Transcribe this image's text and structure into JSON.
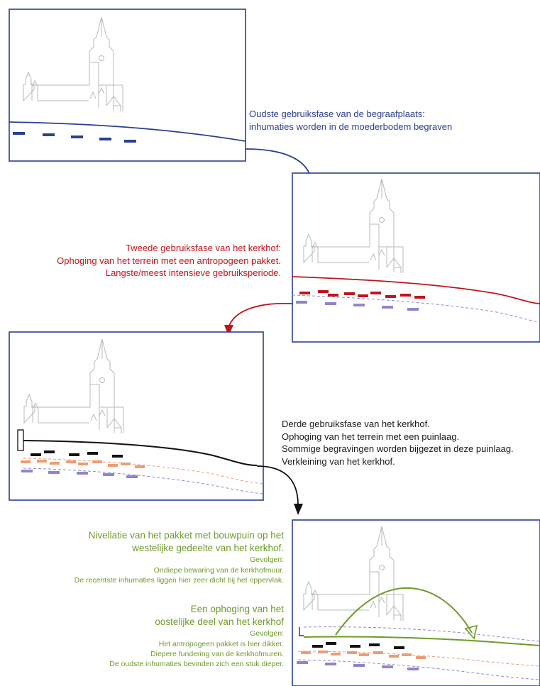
{
  "phases": [
    {
      "id": "phase1",
      "lines": [
        "Oudste gebruiksfase van de begraafplaats:",
        "inhumaties worden in de moederbodem begraven"
      ],
      "color": "#2b3f93"
    },
    {
      "id": "phase2",
      "lines": [
        "Tweede gebruiksfase van het kerkhof:",
        "Ophoging van het terrein met een antropogeen pakket.",
        "Langste/meest intensieve gebruiksperiode."
      ],
      "color": "#c0151d"
    },
    {
      "id": "phase3",
      "lines": [
        "Derde gebruiksfase van het kerkhof.",
        "Ophoging van het terrein met een puinlaag.",
        "Sommige begravingen worden bijgezet in deze puinlaag.",
        "Verkleining van het kerkhof."
      ],
      "color": "#1a1a1a"
    },
    {
      "id": "phase4",
      "color": "#6e9b2a",
      "west": {
        "title_lines": [
          "Nivellatie van het pakket met bouwpuin op het",
          "westelijke gedeelte van het kerkhof."
        ],
        "gevolgen_label": "Gevolgen:",
        "gevolgen": [
          "Ondiepe bewaring van de kerkhofmuur.",
          "De recentste inhumaties liggen hier zeer dicht bij het oppervlak."
        ]
      },
      "east": {
        "title_lines": [
          "Een ophoging van het",
          "oostelijke deel van het kerkhof"
        ],
        "gevolgen_label": "Gevolgen:",
        "gevolgen": [
          "Het antropogeen pakket is hier dikker.",
          "Diepere fundering van de kerkhofmuren.",
          "De oudste inhumaties bevinden zich  een stuk dieper."
        ]
      }
    }
  ],
  "colors": {
    "frame": "#2b3f93",
    "church": "#b9b9b9",
    "burial_old": "#2b3f93",
    "burial_old_faded": "#8f86c9",
    "burial_red": "#c0151d",
    "burial_black": "#111111",
    "burial_orange": "#ee9c76",
    "green": "#6e9b2a"
  }
}
